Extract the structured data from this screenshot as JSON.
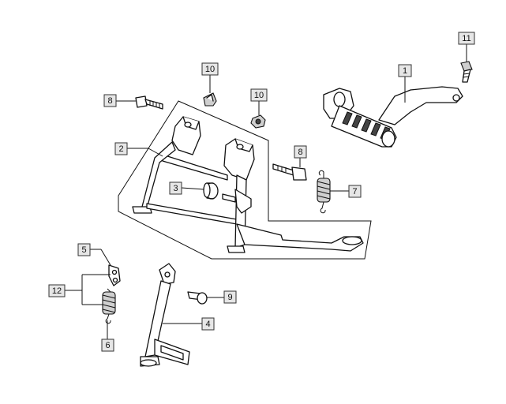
{
  "callouts": [
    {
      "id": "c1",
      "label": "1"
    },
    {
      "id": "c2",
      "label": "2"
    },
    {
      "id": "c3",
      "label": "3"
    },
    {
      "id": "c4",
      "label": "4"
    },
    {
      "id": "c5",
      "label": "5"
    },
    {
      "id": "c6",
      "label": "6"
    },
    {
      "id": "c7",
      "label": "7"
    },
    {
      "id": "c8a",
      "label": "8"
    },
    {
      "id": "c8b",
      "label": "8"
    },
    {
      "id": "c9",
      "label": "9"
    },
    {
      "id": "c10a",
      "label": "10"
    },
    {
      "id": "c10b",
      "label": "10"
    },
    {
      "id": "c11",
      "label": "11"
    },
    {
      "id": "c12",
      "label": "12"
    }
  ]
}
